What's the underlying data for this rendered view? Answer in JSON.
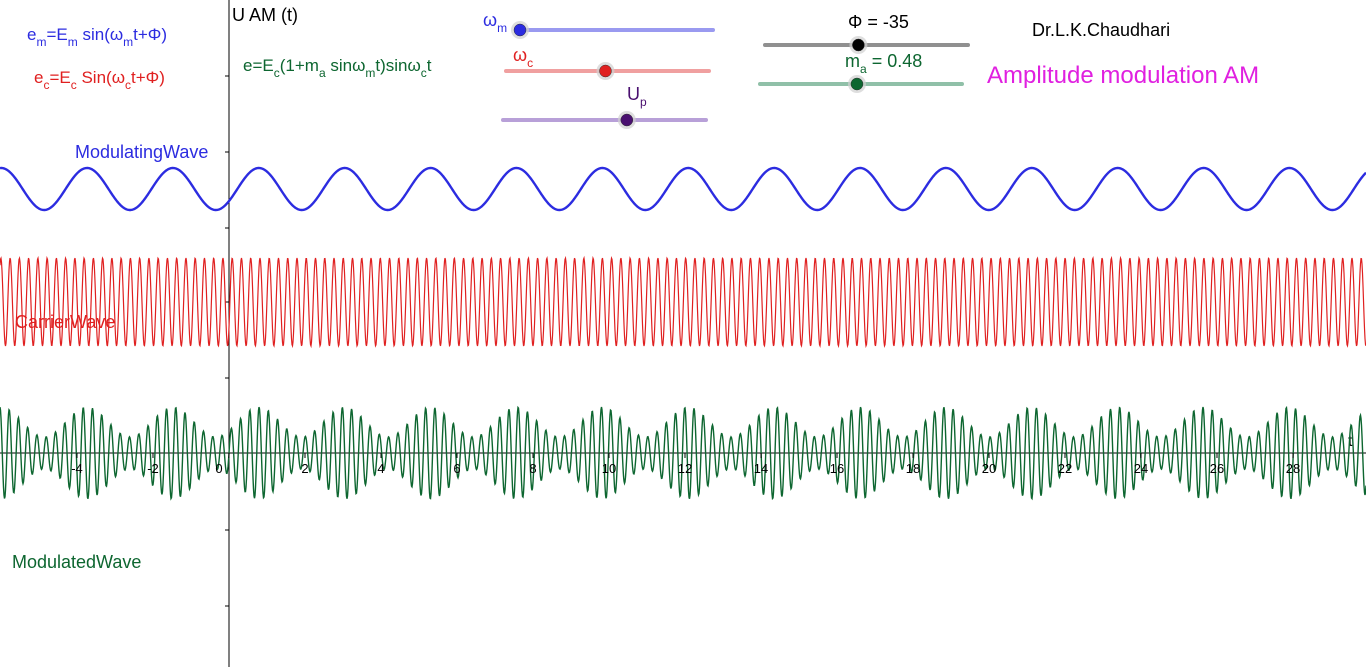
{
  "colors": {
    "modulating": "#2c2ce0",
    "carrier": "#e02020",
    "modulated": "#0d6630",
    "title": "#e020e0",
    "axis": "#000000"
  },
  "formulas": {
    "modulating": {
      "e": "e",
      "e_sub": "m",
      "eq": "=E",
      "E_sub": "m",
      "rest1": " sin(ω",
      "w_sub": "m",
      "rest2": "t+Φ)"
    },
    "carrier": {
      "e": "e",
      "e_sub": "c",
      "eq": "=E",
      "E_sub": "c",
      "rest1": " Sin(ω",
      "w_sub": "c",
      "rest2": "t+Φ)"
    },
    "modulated": {
      "a": "e=E",
      "a_sub": "c",
      "b": "(1+m",
      "b_sub": "a",
      "c": " sinω",
      "c_sub": "m",
      "d": "t)sinω",
      "d_sub": "c",
      "e": "t"
    }
  },
  "y_axis_label": "U AM (t)",
  "x_axis_label": "t",
  "author": "Dr.L.K.Chaudhari",
  "title": "Amplitude modulation AM",
  "wave_labels": {
    "modulating": "ModulatingWave",
    "carrier": "CarrierWave",
    "modulated": "ModulatedWave"
  },
  "sliders": {
    "omega_m": {
      "label": "ω",
      "sub": "m",
      "value": 0.0,
      "color": "#2c2ce0",
      "track": "#9a9af0"
    },
    "omega_c": {
      "label": "ω",
      "sub": "c",
      "value": 0.49,
      "color": "#e02020",
      "track": "#f0a0a0"
    },
    "u_p": {
      "label": "U",
      "sub": "p",
      "value": 0.61,
      "color": "#4a1070",
      "track": "#b8a0d8"
    },
    "phi": {
      "label": "Φ = -35",
      "value": 0.46,
      "color": "#000000",
      "track": "#909090"
    },
    "m_a": {
      "label": "m",
      "sub": "a",
      "value_text": " = 0.48",
      "value": 0.48,
      "color": "#0d6630",
      "track": "#90c0a8"
    }
  },
  "chart_data": {
    "type": "line",
    "x_tick_labels": [
      "-4",
      "-2",
      "0",
      "2",
      "4",
      "6",
      "8",
      "10",
      "12",
      "14",
      "16",
      "18",
      "20",
      "22",
      "24",
      "26",
      "28"
    ],
    "x_ticks": [
      -4,
      -2,
      0,
      2,
      4,
      6,
      8,
      10,
      12,
      14,
      16,
      18,
      20,
      22,
      24,
      26,
      28
    ],
    "xlim": [
      -6,
      30
    ],
    "grid": false,
    "series": [
      {
        "name": "ModulatingWave",
        "kind": "sine",
        "omega": 2.78,
        "amplitude": 1,
        "phase_deg": -35,
        "color": "#2c2ce0"
      },
      {
        "name": "CarrierWave",
        "kind": "sine",
        "omega": 25.8,
        "amplitude": 1,
        "phase_deg": -35,
        "color": "#e02020"
      },
      {
        "name": "ModulatedWave",
        "kind": "am",
        "omega_m": 2.78,
        "omega_c": 25.8,
        "m_a": 0.48,
        "amplitude": 1,
        "phase_deg": -35,
        "color": "#0d6630"
      }
    ]
  }
}
